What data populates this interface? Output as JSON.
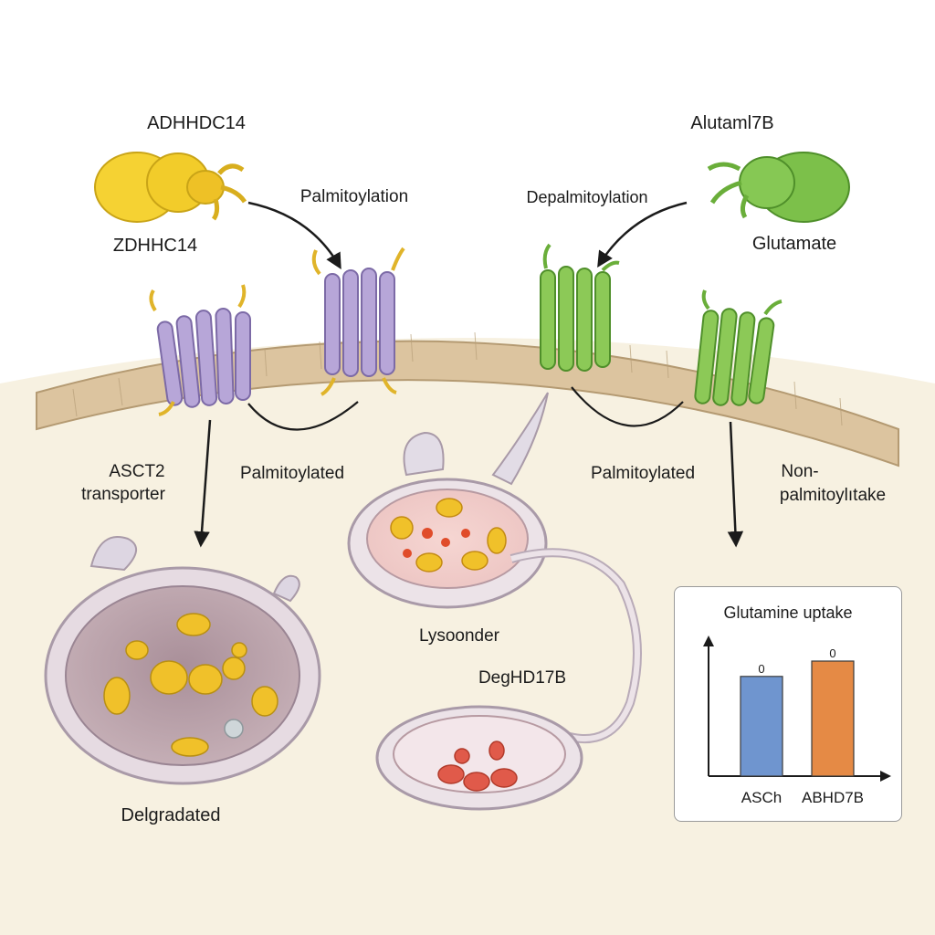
{
  "labels": {
    "enzyme_left_top": "ADHHDC14",
    "enzyme_left_bottom": "ZDHHC14",
    "enzyme_right_top": "Alutaml7B",
    "enzyme_right_bottom": "Glutamate",
    "palmitoylation": "Palmitoylation",
    "depalmitoylation": "Depalmitoylation",
    "transporter_line1": "ASCT2",
    "transporter_line2": "transporter",
    "palmitoylated_left": "Palmitoylated",
    "palmitoylated_right": "Palmitoylated",
    "nonpalm_line1": "Non-",
    "nonpalm_line2": "palmitoylıtake",
    "lysosome": "Lysoonder",
    "degraded_small": "DegHD17B",
    "degraded_big": "Delgradated"
  },
  "colors": {
    "zdhhc_yellow": "#f2cc2a",
    "transporter_purple": "#b7a6d8",
    "abhd_green": "#7cc04a",
    "membrane_tan": "#d8c09a",
    "cytoplasm": "#f7f1e1",
    "bar_blue": "#6f95cf",
    "bar_orange": "#e58a45"
  },
  "chart_data": {
    "type": "bar",
    "title": "Glutamine uptake",
    "categories": [
      "ASCh",
      "ABHD7B"
    ],
    "values": [
      0.78,
      0.9
    ],
    "data_labels": [
      "0",
      "0"
    ],
    "ylim": [
      0,
      1.0
    ],
    "colors": [
      "#6f95cf",
      "#e58a45"
    ],
    "grid": false
  }
}
